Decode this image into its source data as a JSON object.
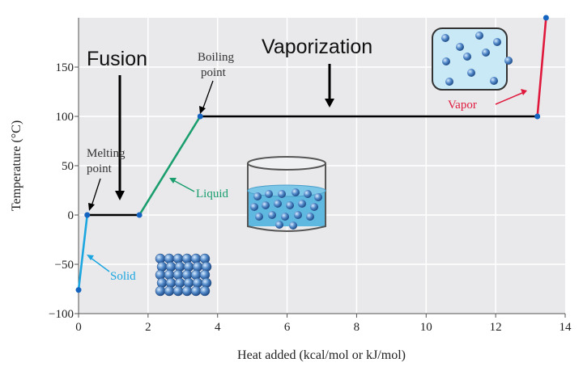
{
  "chart_data": {
    "type": "line",
    "xlabel": "Heat added (kcal/mol or kJ/mol)",
    "ylabel": "Temperature (°C)",
    "xlim": [
      0,
      14
    ],
    "ylim": [
      -100,
      200
    ],
    "x_ticks": [
      "0",
      "2",
      "4",
      "6",
      "8",
      "10",
      "12",
      "14"
    ],
    "y_ticks": [
      "−100",
      "−50",
      "0",
      "50",
      "100",
      "150"
    ],
    "grid": true,
    "series": [
      {
        "name": "Solid",
        "color": "#1ba6e0",
        "points": [
          [
            0,
            -76
          ],
          [
            0.25,
            0
          ]
        ]
      },
      {
        "name": "",
        "color": "#000000",
        "points": [
          [
            0.25,
            0
          ],
          [
            1.75,
            0
          ]
        ]
      },
      {
        "name": "Liquid",
        "color": "#1a9e6e",
        "points": [
          [
            1.75,
            0
          ],
          [
            3.5,
            100
          ]
        ]
      },
      {
        "name": "",
        "color": "#000000",
        "points": [
          [
            3.5,
            100
          ],
          [
            13.2,
            100
          ]
        ]
      },
      {
        "name": "Vapor",
        "color": "#e0193c",
        "points": [
          [
            13.2,
            100
          ],
          [
            13.45,
            200
          ]
        ]
      }
    ],
    "annotations": {
      "fusion": "Fusion",
      "vaporization": "Vaporization",
      "boiling_point_line1": "Boiling",
      "boiling_point_line2": "point",
      "melting_point_line1": "Melting",
      "melting_point_line2": "point"
    }
  }
}
